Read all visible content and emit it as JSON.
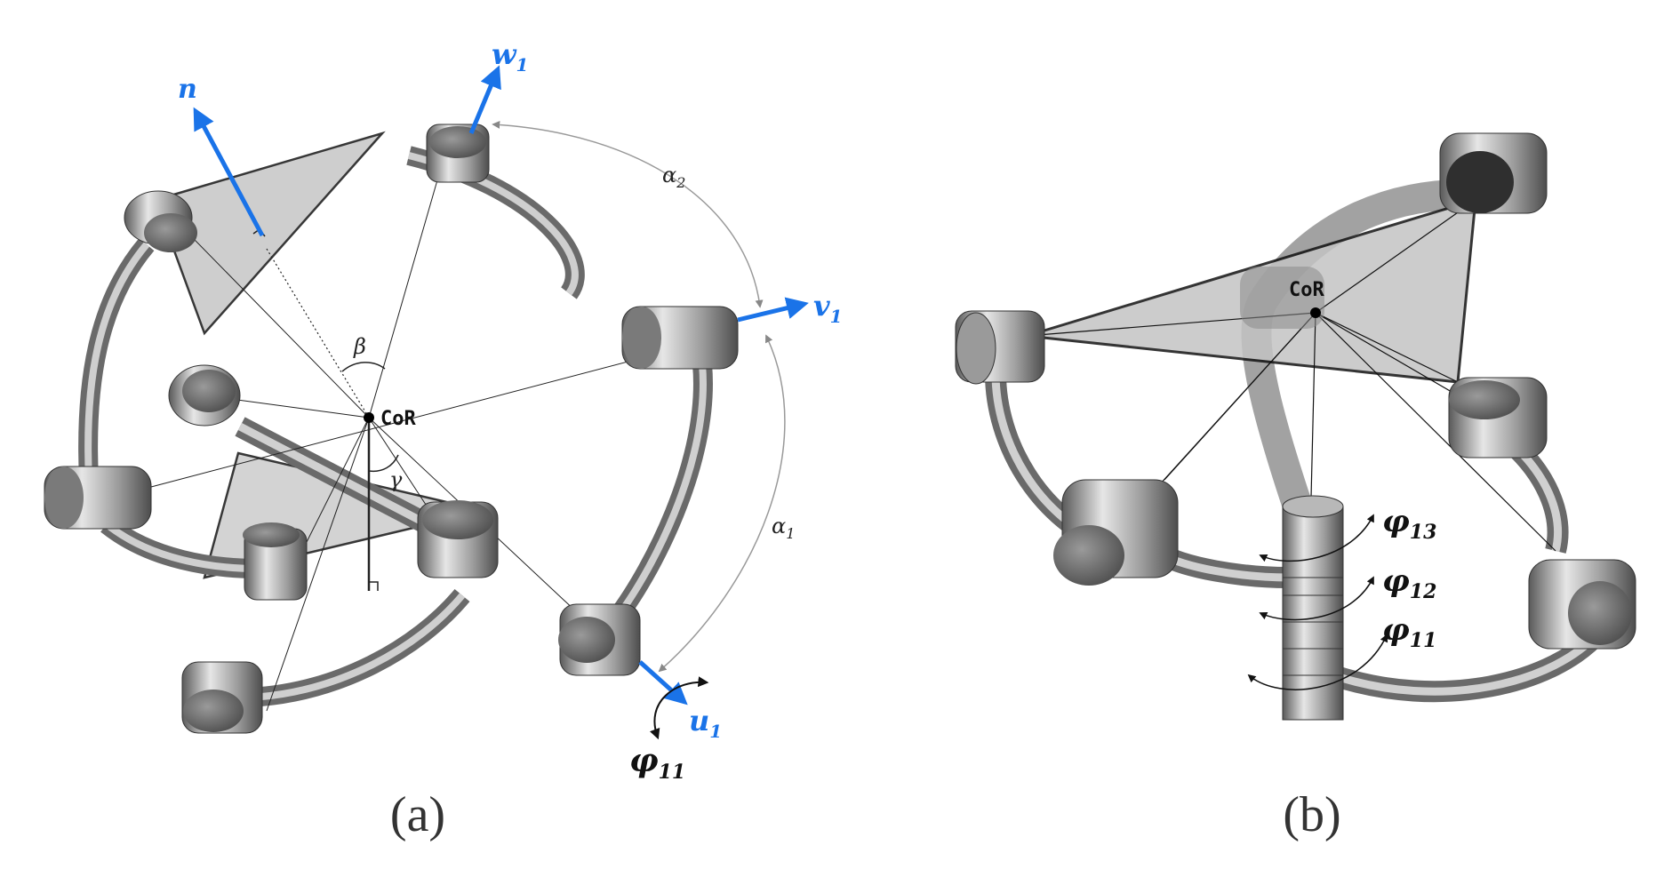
{
  "panel_a": {
    "labels": {
      "n": "n",
      "w": "w",
      "w_sub": "1",
      "v": "v",
      "v_sub": "1",
      "u": "u",
      "u_sub": "1",
      "phi": "φ",
      "phi_sub": "11",
      "cor": "CoR",
      "alpha2": "α",
      "alpha2_sub": "2",
      "alpha1": "α",
      "alpha1_sub": "1",
      "beta": "β",
      "gamma": "γ"
    },
    "caption": "(a)"
  },
  "panel_b": {
    "labels": {
      "cor": "CoR",
      "phi13": "φ",
      "phi13_sub": "13",
      "phi12": "φ",
      "phi12_sub": "12",
      "phi11": "φ",
      "phi11_sub": "11"
    },
    "caption": "(b)"
  },
  "colors": {
    "axis_blue": "#1a73e8",
    "metal_dark": "#5a5a5a",
    "metal_light": "#d8d8d8",
    "plane_fill": "#c8c8c8",
    "arc_gray": "#9a9a9a"
  }
}
